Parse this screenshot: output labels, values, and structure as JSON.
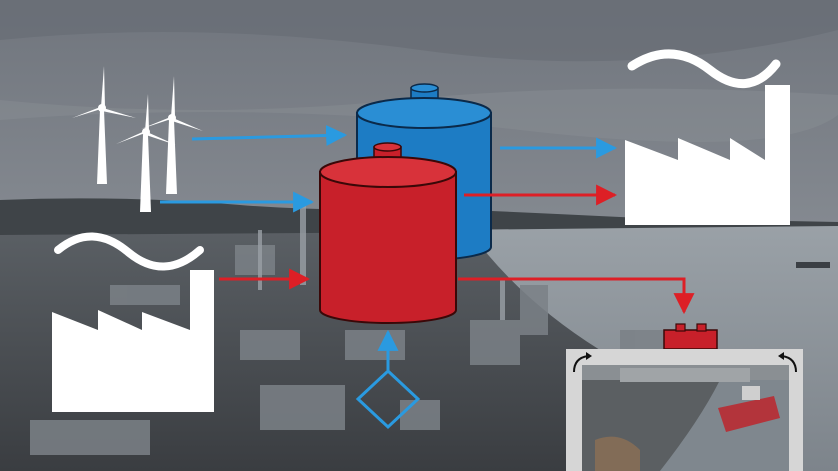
{
  "scene": {
    "background": "aerial-industrial-port-photo",
    "elements": [
      {
        "name": "wind-turbine-icon",
        "count": 3
      },
      {
        "name": "factory-with-heat-icon",
        "count": 2
      },
      {
        "name": "cold-storage-tank-icon"
      },
      {
        "name": "hot-storage-tank-icon"
      },
      {
        "name": "heat-exchanger-icon"
      },
      {
        "name": "ship-terminal-inset"
      }
    ]
  },
  "colors": {
    "cold": "#1d7cc4",
    "hot": "#c8202a",
    "arrow_cold": "#2a9ae0",
    "arrow_hot": "#dd1f26",
    "icon": "#ffffff",
    "sky_top": "#7c8189",
    "water": "#8d949b"
  }
}
